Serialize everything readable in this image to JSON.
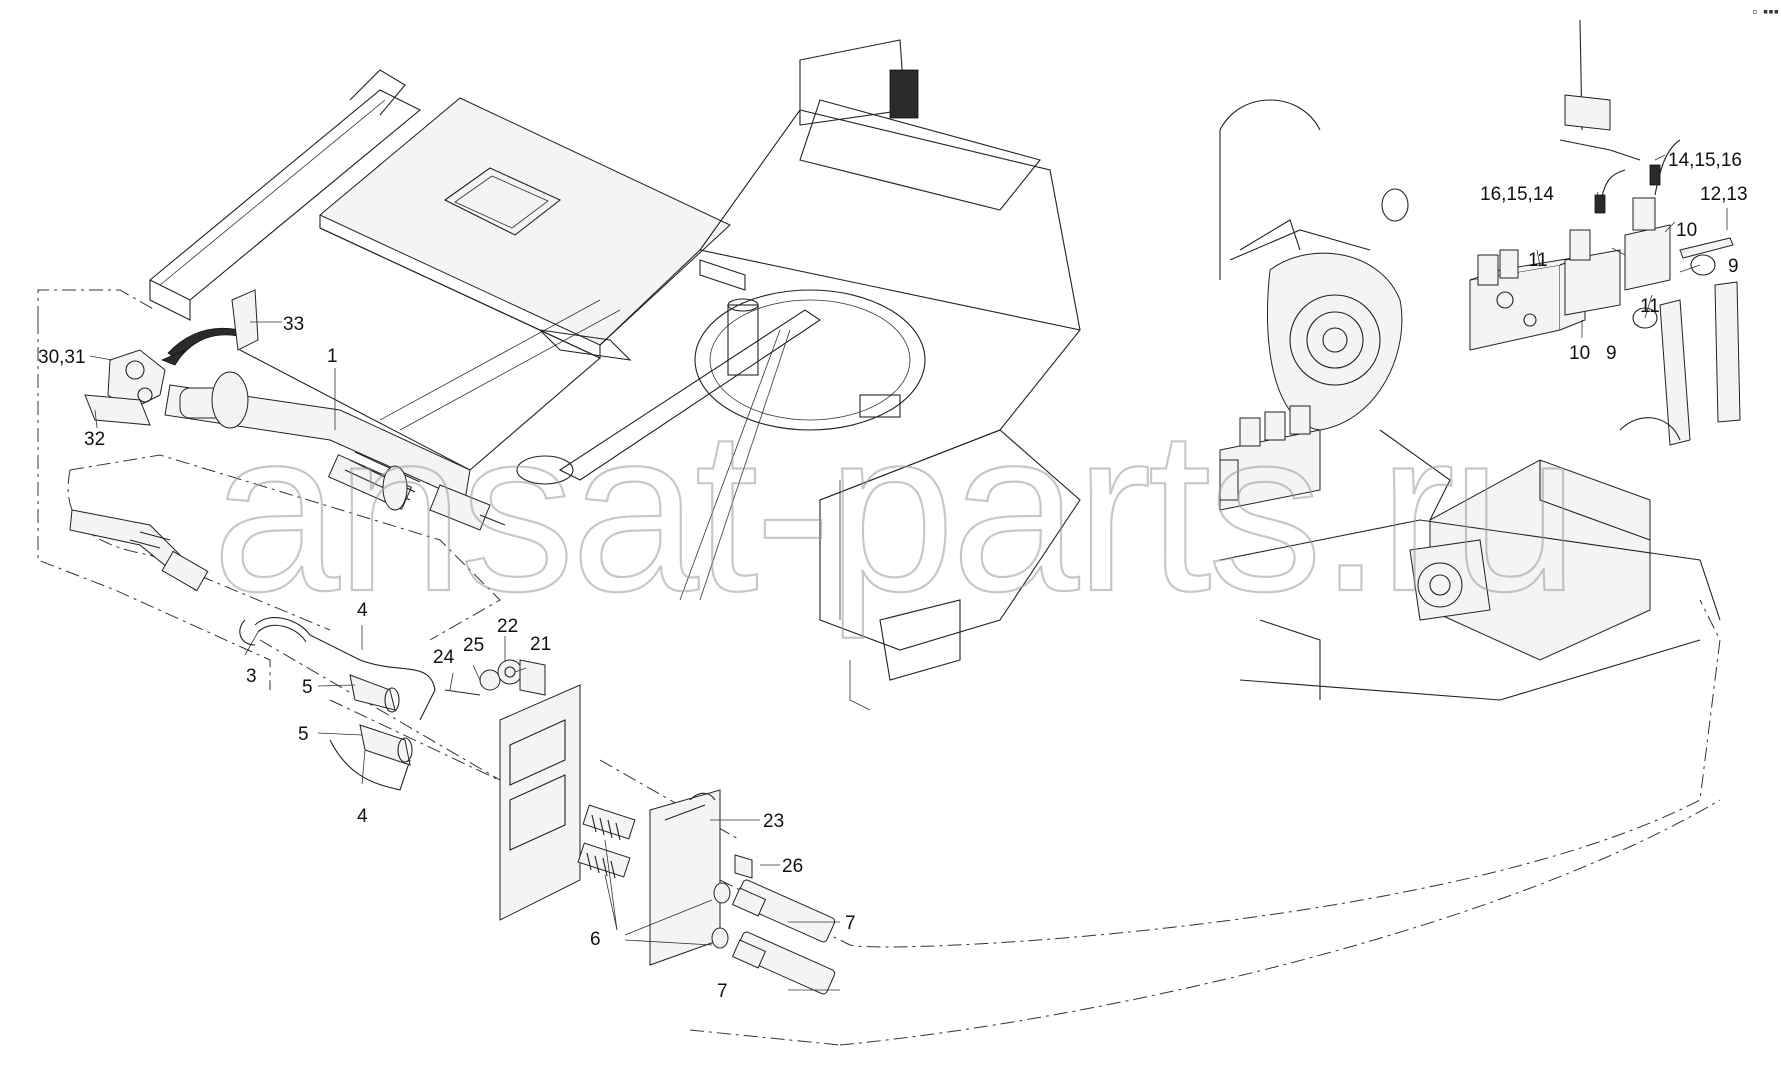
{
  "watermark": "ansat-parts.ru",
  "corner_mark": "▫ ▪▪▪",
  "callouts": [
    {
      "id": "c-1",
      "text": "1"
    },
    {
      "id": "c-3",
      "text": "3"
    },
    {
      "id": "c-4a",
      "text": "4"
    },
    {
      "id": "c-4b",
      "text": "4"
    },
    {
      "id": "c-5a",
      "text": "5"
    },
    {
      "id": "c-5b",
      "text": "5"
    },
    {
      "id": "c-6",
      "text": "6"
    },
    {
      "id": "c-7a",
      "text": "7"
    },
    {
      "id": "c-7b",
      "text": "7"
    },
    {
      "id": "c-9a",
      "text": "9"
    },
    {
      "id": "c-9b",
      "text": "9"
    },
    {
      "id": "c-10a",
      "text": "10"
    },
    {
      "id": "c-10b",
      "text": "10"
    },
    {
      "id": "c-11a",
      "text": "11"
    },
    {
      "id": "c-11b",
      "text": "11"
    },
    {
      "id": "c-12-13",
      "text": "12,13"
    },
    {
      "id": "c-14-15-16",
      "text": "14,15,16"
    },
    {
      "id": "c-16-15-14",
      "text": "16,15,14"
    },
    {
      "id": "c-21",
      "text": "21"
    },
    {
      "id": "c-22",
      "text": "22"
    },
    {
      "id": "c-23",
      "text": "23"
    },
    {
      "id": "c-24",
      "text": "24"
    },
    {
      "id": "c-25",
      "text": "25"
    },
    {
      "id": "c-26",
      "text": "26"
    },
    {
      "id": "c-30-31",
      "text": "30,31"
    },
    {
      "id": "c-32",
      "text": "32"
    },
    {
      "id": "c-33",
      "text": "33"
    }
  ]
}
